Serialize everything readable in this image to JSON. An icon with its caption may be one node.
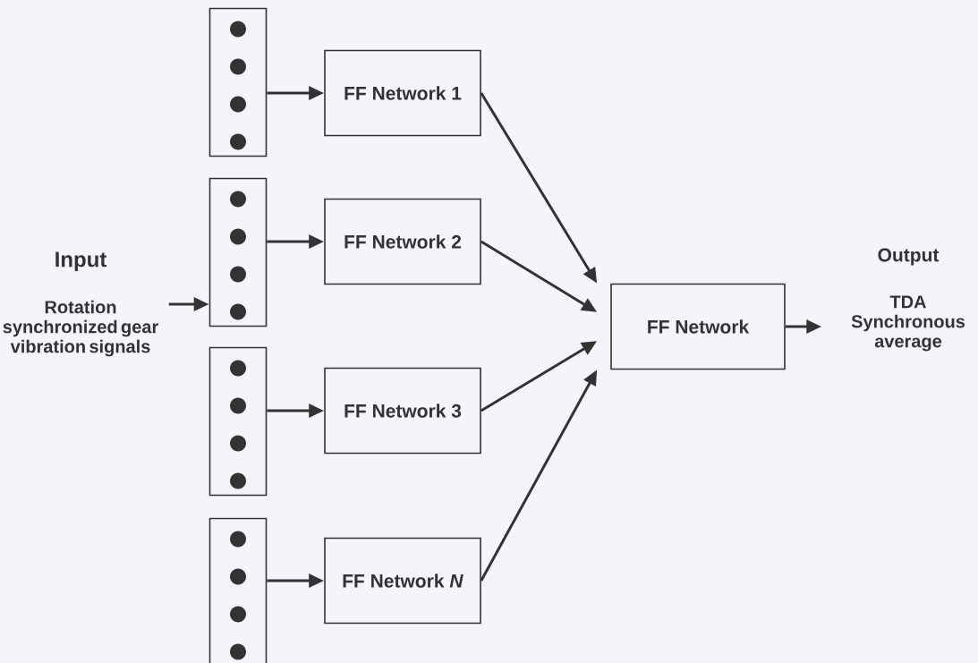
{
  "diagram": {
    "nodes": [
      {
        "text": [
          "Input",
          "Rotation synchronized gear vibration signals"
        ]
      },
      {
        "text": [],
        "shape": "box"
      },
      {
        "text": [],
        "shape": "box"
      },
      {
        "text": [],
        "shape": "box"
      },
      {
        "text": [],
        "shape": "box"
      },
      {
        "text": [
          "FF Network 1"
        ]
      },
      {
        "text": [
          "FF Network 2"
        ]
      },
      {
        "text": [
          "FF Network 3"
        ]
      },
      {
        "text": [
          "FF Network *N*"
        ]
      },
      {
        "text": [
          "FF Network"
        ]
      },
      {
        "text": [
          "Output",
          "TDA Synchronous average"
        ]
      }
    ],
    "edges": [
      {
        "from": 0,
        "to": 2,
        "arrow": "to"
      },
      {
        "from": 1,
        "to": 5,
        "arrow": "to"
      },
      {
        "from": 2,
        "to": 6,
        "arrow": "to"
      },
      {
        "from": 3,
        "to": 7,
        "arrow": "to"
      },
      {
        "from": 4,
        "to": 8,
        "arrow": "to"
      },
      {
        "from": 5,
        "to": 9,
        "arrow": "to"
      },
      {
        "from": 6,
        "to": 9,
        "arrow": "to"
      },
      {
        "from": 7,
        "to": 9,
        "arrow": "to"
      },
      {
        "from": 8,
        "to": 9,
        "arrow": "to"
      },
      {
        "from": 9,
        "to": 10,
        "arrow": "to"
      }
    ]
  }
}
